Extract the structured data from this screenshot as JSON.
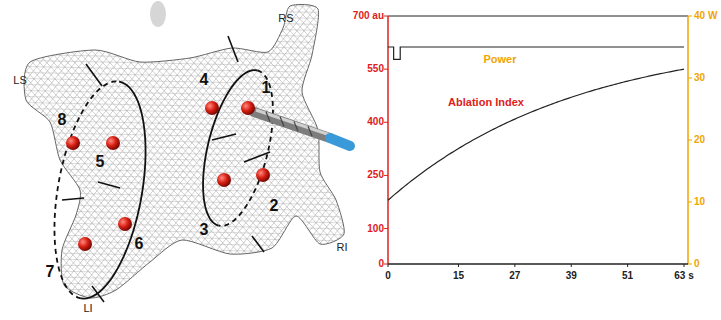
{
  "diagram": {
    "labels": [
      "RS",
      "1",
      "4",
      "LS",
      "8",
      "5",
      "2",
      "3",
      "RI",
      "6",
      "7",
      "LI",
      "700 au",
      "550",
      "400",
      "250",
      "100",
      "0",
      "40 W",
      "30",
      "20",
      "10",
      "0",
      "Power",
      "Ablation Index",
      "0",
      "15",
      "27",
      "39",
      "51",
      "63 s"
    ]
  }
}
